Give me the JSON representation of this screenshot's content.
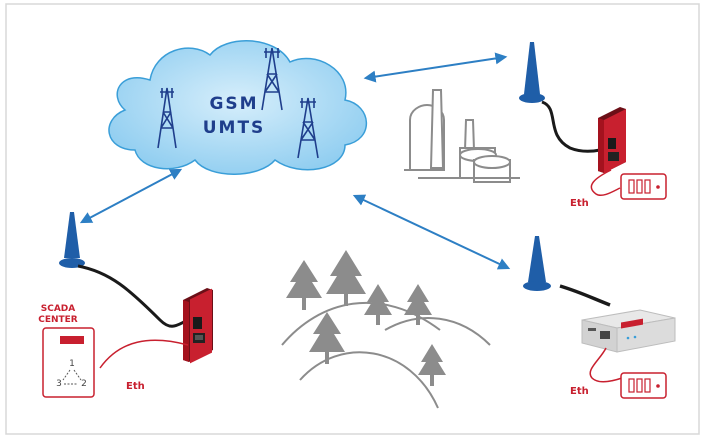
{
  "cloud": {
    "line1": "GSM",
    "line2": "UMTS"
  },
  "scada": {
    "label_line1": "SCADA",
    "label_line2": "CENTER",
    "node_1": "1",
    "node_2": "2",
    "node_3": "3"
  },
  "eth_labels": {
    "scada": "Eth",
    "top_right": "Eth",
    "bottom_right": "Eth"
  },
  "colors": {
    "cloud_fill": "#8fcdf0",
    "cloud_stroke": "#3a9ed8",
    "tower": "#1f3e8c",
    "antenna": "#1f5ea8",
    "arrow": "#2d7fc4",
    "red": "#c8202f",
    "grey": "#8c8c8c",
    "cable": "#1a1a1a"
  },
  "icons": {
    "cell_tower": "cell-tower-icon",
    "antenna": "antenna-icon",
    "router": "router-icon",
    "meter": "meter-icon",
    "power_plant": "power-plant-icon",
    "tree": "tree-icon",
    "rack_device": "rack-device-icon"
  }
}
